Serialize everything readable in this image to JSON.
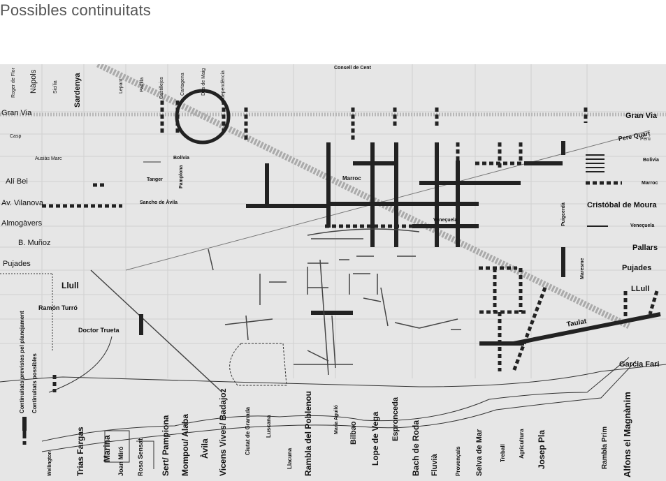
{
  "title": "Possibles continuitats",
  "map": {
    "top_label": "Consell de Cent",
    "left_labels": {
      "gran_via": "Gran Via",
      "casp": "Casp",
      "ausias": "Ausiàs Marc",
      "ali_bei": "Alí Bei",
      "vilanova": "Av. Vilanova",
      "almogavers": "Almogàvers",
      "munoz": "B. Muñoz",
      "pujades": "Pujades",
      "llull": "Llull",
      "turro": "Ramón Turró",
      "trueta": "Doctor Trueta"
    },
    "top_streets": {
      "roger": "Roger de Flor",
      "napols": "Nàpols",
      "sicilia": "Sicília",
      "sardenya": "Sardenya",
      "lepant": "Lepant",
      "padilla": "Padilla",
      "castillejos": "Castillejos",
      "cartagena": "Cartagena",
      "dosmaig": "Dos de Maig",
      "independencia": "Independència"
    },
    "center_labels": {
      "bolivia": "Bolívia",
      "tanger": "Tanger",
      "pamplona": "Pamplona",
      "sancho": "Sancho de Àvila",
      "marroc": "Marroc",
      "veneçuela": "Veneçuela"
    },
    "right_labels": {
      "gran_via": "Gran Via",
      "pere_iv": "Pere Quart",
      "peru": "Perú",
      "bolivia": "Bolivia",
      "marroc": "Marroc",
      "cristobal": "Cristóbal de Moura",
      "venecuela": "Veneçuela",
      "pallars": "Pallars",
      "pujades": "Pujades",
      "llull": "LLull",
      "taulat": "Taulat",
      "garcia": "Garcia Fari",
      "puigcerda": "Puigcerdà",
      "maresme": "Maresme"
    },
    "legend": {
      "planned": "Continuitats previstes pel planejament",
      "possible": "Continuitats possibles"
    },
    "bottom_streets": {
      "wellington": "Wellington",
      "trias": "Trias Fargas",
      "marina": "Marina",
      "miro": "Joan Miró",
      "sensat": "Rosa Sensat",
      "sert": "Sert/ Pampiona",
      "mompou": "Mompou/ Alaba",
      "avila": "Àvila",
      "vives": "Vicens Vives/ Badajoz",
      "granada": "Ciutat de Granada",
      "luscana": "Luscana",
      "llacuna": "Llacuna",
      "rambla": "Rambla del Poblenou",
      "aguilo": "Maria Aguiló",
      "bilbao": "Bilbao",
      "lope": "Lope de Vega",
      "espronceda": "Espronceda",
      "bach": "Bach de Roda",
      "fluvia": "Fluvià",
      "provencals": "Provençals",
      "selva": "Selva de Mar",
      "treball": "Treball",
      "agricultura": "Agricultura",
      "josep": "Josep Pla",
      "prim": "Rambla Prim",
      "alfons": "Alfons el Magnànim"
    }
  }
}
